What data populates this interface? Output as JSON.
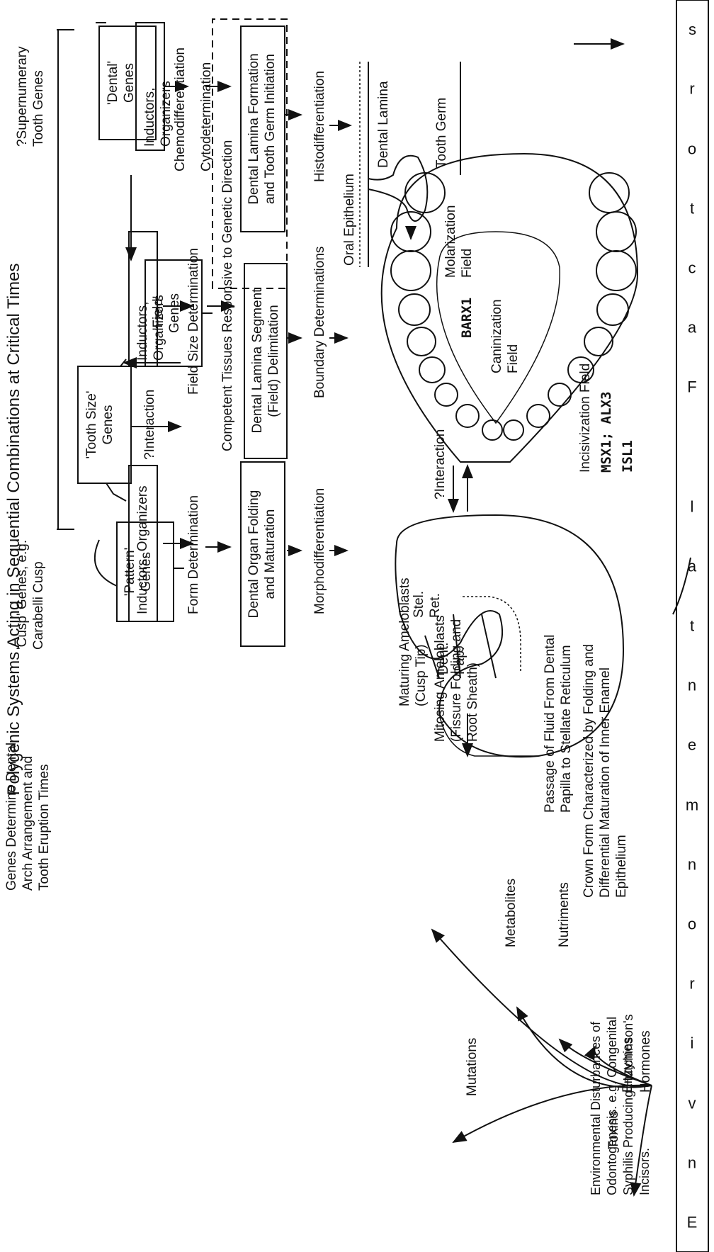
{
  "diagram": {
    "title": "Polygenic Systems Acting in Sequential Combinations at Critical Times",
    "env_factors_letters": [
      "E",
      "n",
      "v",
      "i",
      "r",
      "o",
      "n",
      "m",
      "e",
      "n",
      "t",
      "a",
      "l",
      "",
      "F",
      "a",
      "c",
      "t",
      "o",
      "r",
      "s"
    ],
    "genes": {
      "dental": "'Dental'\nGenes",
      "field": "'Field'\nGenes",
      "tooth_size": "'Tooth Size'\nGenes",
      "pattern": "'Pattern'\nGenes"
    },
    "callouts": {
      "supernumerary": "?Supernumerary\nTooth Genes",
      "cusp": "'Cusp' Genes, e.g.\nCarabelli Cusp",
      "arch": "Genes Determine Dental\nArch Arrangement and\nTooth Eruption Times",
      "environmental": "Environmental Disturbances of\nOdontogenesis. e.g. Congenital\nSyphilis Producing Hutchinson's\nIncisors."
    },
    "inductors": {
      "one": "Inductors, Organizers",
      "two": "Inductors, Organizers",
      "three": "Inductors, Organizers"
    },
    "interaction_1": "?Interaction",
    "interaction_2": "?Interaction",
    "stages": {
      "chemodifferentiation": "Chemodifferentiation",
      "cytodetermination": "Cytodetermination",
      "field_size": "Field Size Determination",
      "form": "Form Determination"
    },
    "competent_tissues": "Competent Tissues Responsive to Genetic Direction",
    "processes": {
      "lamina_formation": "Dental Lamina Formation\nand Tooth Germ Initiation",
      "lamina_segment": "Dental Lamina Segment\n(Field) Delimitation",
      "organ_folding": "Dental Organ Folding\nand Maturation"
    },
    "differentiation": {
      "histo": "Histodifferentiation",
      "boundary": "Boundary Determinations",
      "morpho": "Morphodifferentiation"
    },
    "labels": {
      "oral_epithelium": "Oral Epithelium",
      "dental_lamina": "Dental Lamina",
      "tooth_germ": "Tooth Germ",
      "molarization": "Molarization\nField",
      "barx1": "BARX1",
      "caninization": "Caninization\nField",
      "incisivization": "Incisivization Field",
      "genes_msx": "MSX1; ALX3",
      "genes_isl": "ISL1",
      "stel_ret": "Stel.\nRet.",
      "dent_pap": "Dent.\nPap.",
      "maturing": "Maturing Ameloblasts\n(Cusp Tip)",
      "mitosing": "Mitosing Ameloblasts\n(Fissure Folding and\nRoot Sheath)",
      "passage": "Passage of Fluid From Dental\nPapilla to Stellate Reticulum",
      "crown": "Crown Form Characterized by Folding and\nDifferential Maturation of Inner Enamel\nEpithelium"
    },
    "factors": {
      "mutations": "Mutations",
      "enzymes": "Enzymes",
      "hormones": "Hormones",
      "metabolites": "Metabolites",
      "nutriments": "Nutriments",
      "toxins": "Toxins"
    }
  }
}
